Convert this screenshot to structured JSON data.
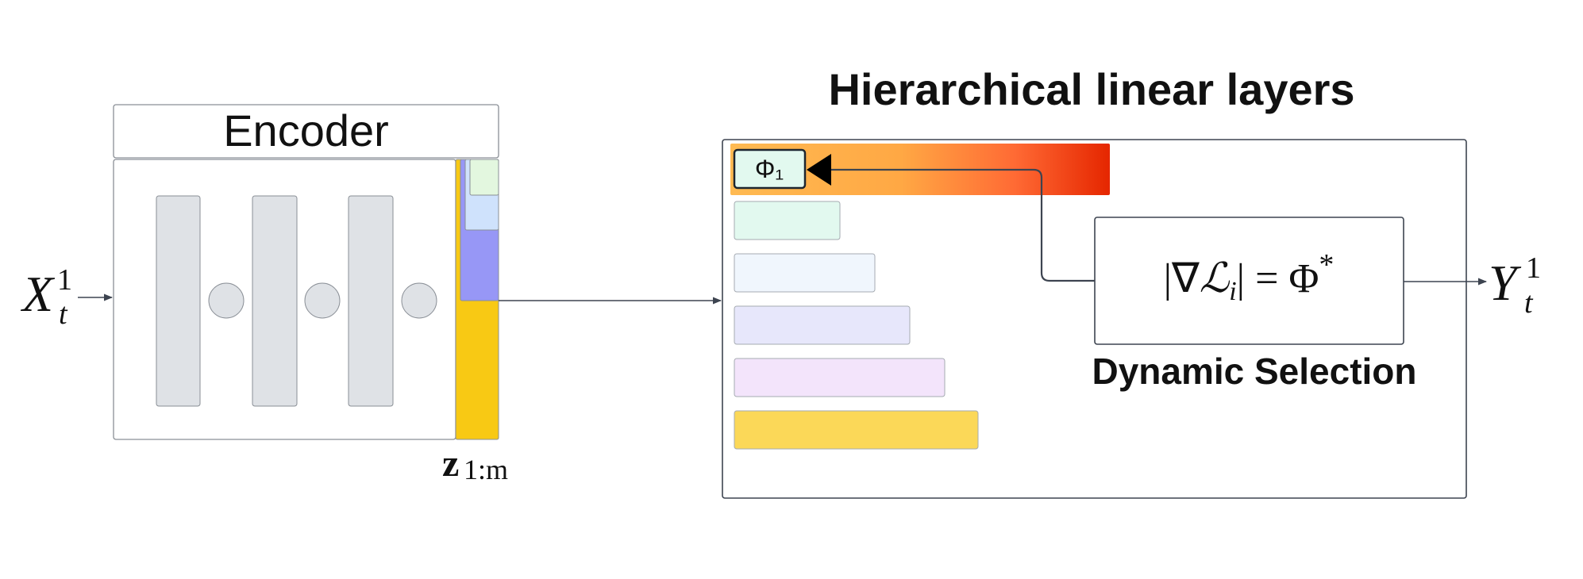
{
  "input": {
    "base": "X",
    "sub": "t",
    "sup": "1"
  },
  "output": {
    "base": "Y",
    "sub": "t",
    "sup": "1"
  },
  "encoder": {
    "title": "Encoder"
  },
  "latent": {
    "bold": "z",
    "sub": "1:m"
  },
  "hierarchy": {
    "title": "Hierarchical linear layers",
    "first_layer": "Φ₁"
  },
  "selection": {
    "label": "Dynamic Selection",
    "formula": {
      "left": "|∇",
      "L": "ℒ",
      "i": "i",
      "right": "| = Φ",
      "star": "*"
    }
  },
  "colors": {
    "stroke": "#3d4450",
    "encoder_blocks": "#dfe2e6",
    "latent_outer": "#f8c914",
    "latent_mid": "#9797f6",
    "latent_inner": "#cfe2fc",
    "latent_core": "#e3f7df",
    "heat_start": "#ffba52",
    "heat_end": "#e52600",
    "layer_colors": [
      "#e2f9ef",
      "#f0f6fd",
      "#e7e7fb",
      "#f3e4fb",
      "#fbd858"
    ]
  }
}
